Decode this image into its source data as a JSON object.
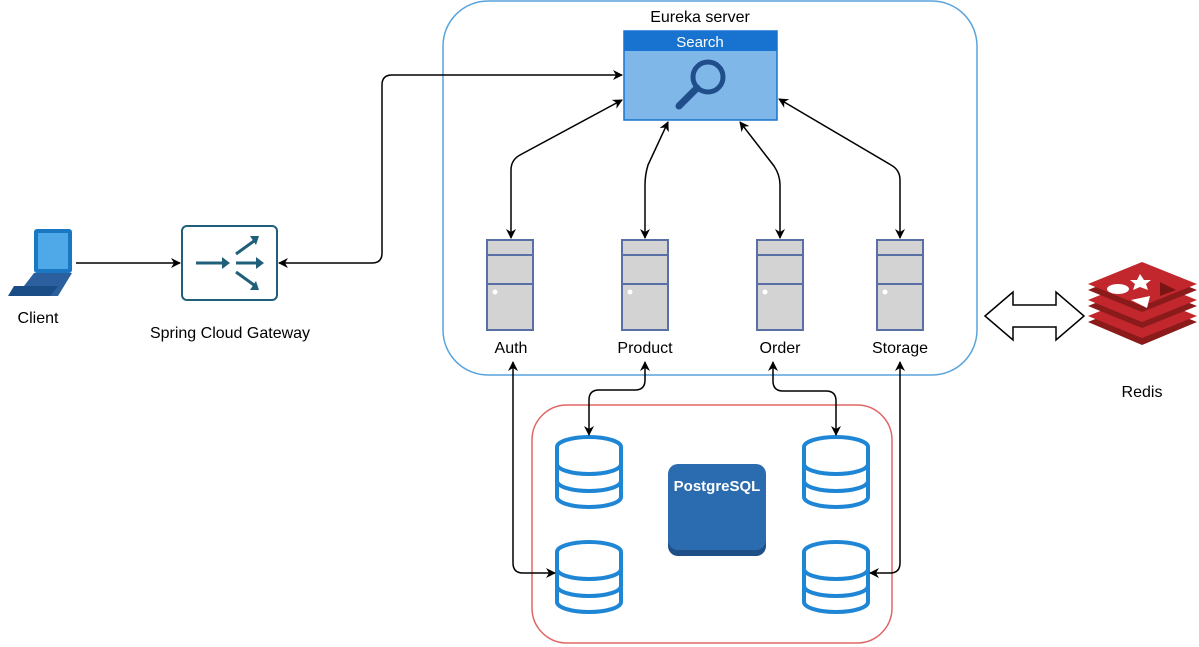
{
  "title": "",
  "eureka": {
    "label": "Eureka server",
    "search_label": "Search"
  },
  "client": {
    "label": "Client"
  },
  "gateway": {
    "label": "Spring Cloud Gateway"
  },
  "services": [
    {
      "label": "Auth"
    },
    {
      "label": "Product"
    },
    {
      "label": "Order"
    },
    {
      "label": "Storage"
    }
  ],
  "database": {
    "label": "PostgreSQL"
  },
  "redis": {
    "label": "Redis"
  },
  "colors": {
    "eureka_border": "#5AA4DC",
    "db_border": "#E06666",
    "search_fill": "#7FB8E8",
    "search_header": "#1872CF",
    "db_icon": "#1F86D6",
    "postgres_fill": "#2B6CB0",
    "gateway_icon": "#1F5F7A",
    "server_fill": "#D3D3D3",
    "server_stroke": "#5A6FA5",
    "redis_red": "#C1272D",
    "client_blue": "#1A78C2"
  },
  "icons": [
    "laptop-icon",
    "gateway-router-icon",
    "search-icon",
    "server-icon",
    "database-icon",
    "postgresql-icon",
    "redis-icon"
  ]
}
